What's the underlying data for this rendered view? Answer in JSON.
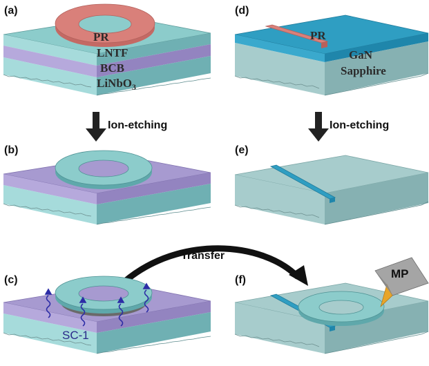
{
  "panels": {
    "a": {
      "label": "(a)",
      "layers": {
        "pr": "PR",
        "lntf": "LNTF",
        "bcb": "BCB",
        "substrate_main": "LiNbO",
        "substrate_sub": "3"
      }
    },
    "b": {
      "label": "(b)"
    },
    "c": {
      "label": "(c)",
      "etchant": "SC-1"
    },
    "d": {
      "label": "(d)",
      "layers": {
        "pr": "PR",
        "gan": "GaN",
        "sapphire": "Sapphire"
      }
    },
    "e": {
      "label": "(e)"
    },
    "f": {
      "label": "(f)",
      "probe": "MP"
    }
  },
  "arrows": {
    "left": "Ion-etching",
    "right": "Ion-etching",
    "transfer": "Transfer"
  },
  "colors": {
    "substrate_top": "#8ccccb",
    "substrate_front": "#a6dbdb",
    "substrate_right": "#6fb0b3",
    "bcb_top": "#a79ad0",
    "bcb_front": "#b6a9dc",
    "bcb_right": "#9384c0",
    "pr": "#d9807a",
    "gan": "#2f9ec2",
    "sapphire": "#a7cccc",
    "probe": "#a5a5a5",
    "probe_tip": "#e7a52a",
    "sc1": "#2c2ca6"
  }
}
